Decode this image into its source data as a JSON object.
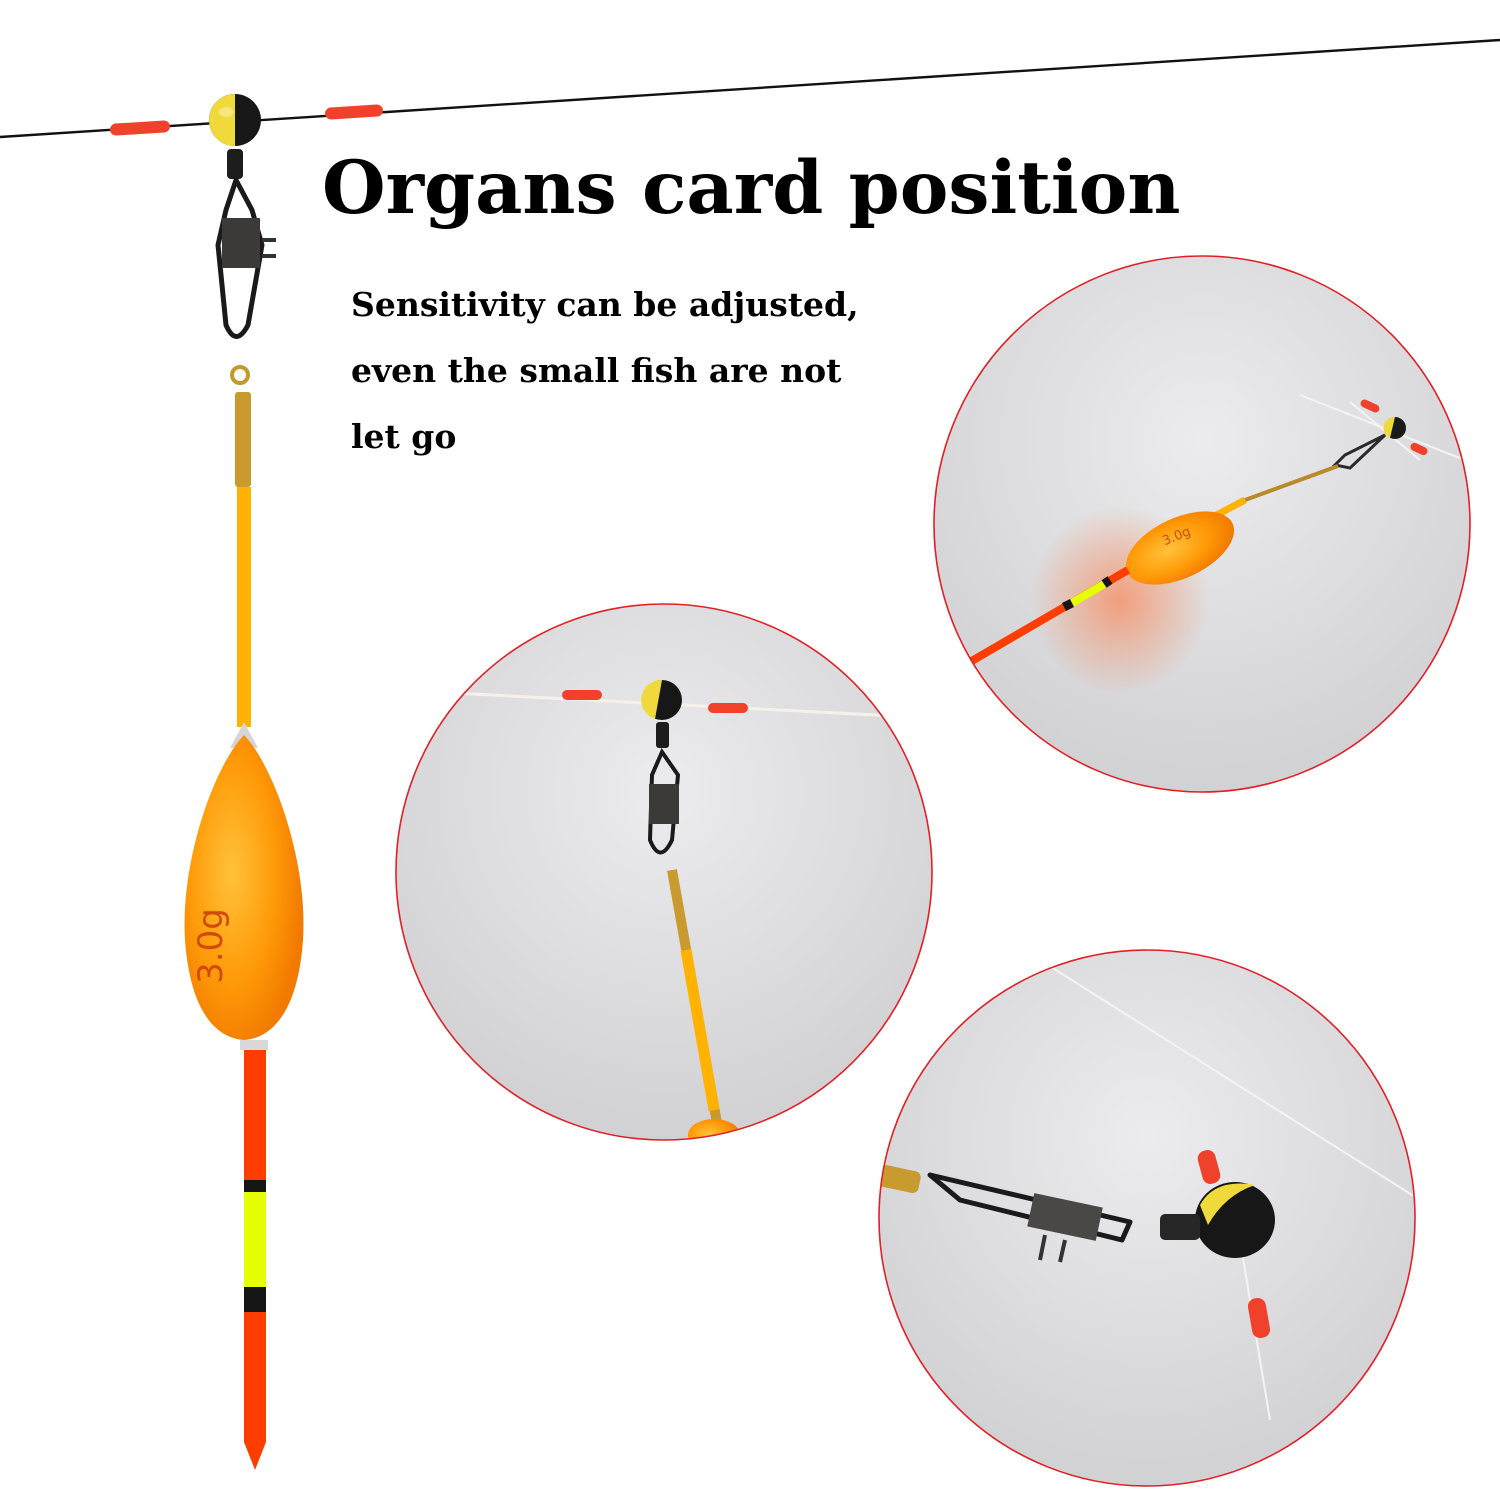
{
  "headline": "Organs card position",
  "description_lines": [
    "Sensitivity can be adjusted,",
    "even the small fish are not",
    "let go"
  ],
  "float_weight_label": "3.0g",
  "colors": {
    "text": "#000000",
    "circle_border": "#e21f26",
    "float_orange": "#ff8c00",
    "stem_yellow": "#ffb300",
    "tip_red": "#ff3d00",
    "tip_neon": "#e6ff00",
    "stopper_red": "#f0412b",
    "photo_bg": "#dcdcde"
  }
}
